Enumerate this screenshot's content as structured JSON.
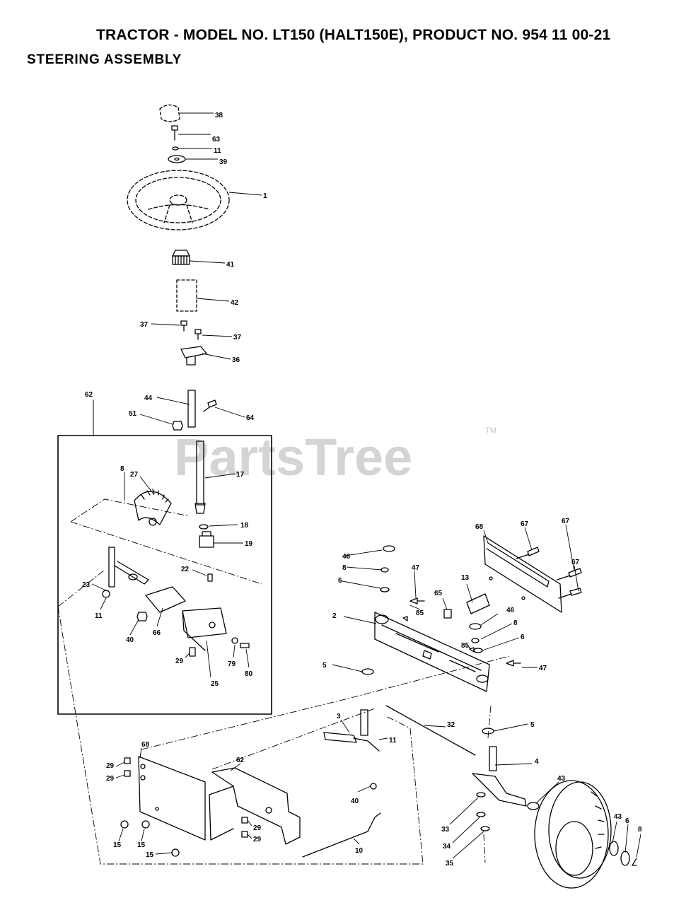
{
  "header": {
    "title": "TRACTOR - MODEL NO. LT150 (HALT150E), PRODUCT NO. 954 11 00-21",
    "subtitle": "STEERING ASSEMBLY"
  },
  "watermark": {
    "text": "PartsTree",
    "tm": "TM"
  },
  "callouts": [
    "38",
    "63",
    "11",
    "39",
    "1",
    "41",
    "42",
    "37",
    "37",
    "36",
    "62",
    "44",
    "51",
    "64",
    "8",
    "27",
    "17",
    "18",
    "19",
    "22",
    "23",
    "11",
    "40",
    "66",
    "29",
    "79",
    "80",
    "25",
    "46",
    "8",
    "6",
    "47",
    "85",
    "65",
    "13",
    "2",
    "46",
    "8",
    "6",
    "85",
    "5",
    "47",
    "68",
    "67",
    "67",
    "67",
    "3",
    "32",
    "5",
    "11",
    "4",
    "40",
    "43",
    "33",
    "34",
    "35",
    "43",
    "6",
    "8",
    "68",
    "29",
    "29",
    "62",
    "29",
    "29",
    "15",
    "15",
    "15",
    "10"
  ]
}
